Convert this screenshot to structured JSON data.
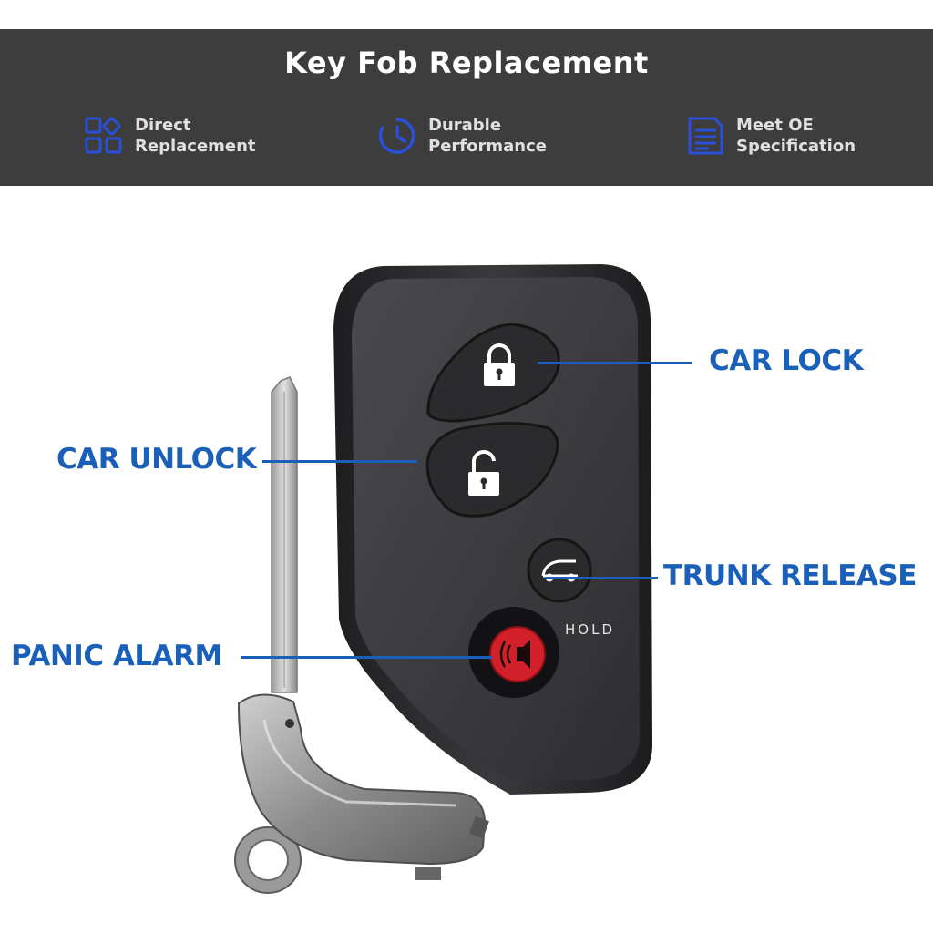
{
  "banner": {
    "title": "Key Fob Replacement",
    "features": [
      {
        "icon": "grid-icon",
        "line1": "Direct",
        "line2": "Replacement"
      },
      {
        "icon": "clock-icon",
        "line1": "Durable",
        "line2": "Performance"
      },
      {
        "icon": "document-icon",
        "line1": "Meet OE",
        "line2": "Specification"
      }
    ]
  },
  "callouts": {
    "car_lock": "CAR LOCK",
    "car_unlock": "CAR UNLOCK",
    "trunk_release": "TRUNK RELEASE",
    "panic_alarm": "PANIC ALARM"
  },
  "fob": {
    "hold_label": "HOLD",
    "buttons": [
      "lock-icon",
      "unlock-icon",
      "trunk-icon",
      "panic-icon"
    ]
  },
  "colors": {
    "banner_bg": "#3d3d3d",
    "accent_blue": "#1a5fb8",
    "icon_blue": "#2a4fd8",
    "panic_red": "#d2202a"
  }
}
